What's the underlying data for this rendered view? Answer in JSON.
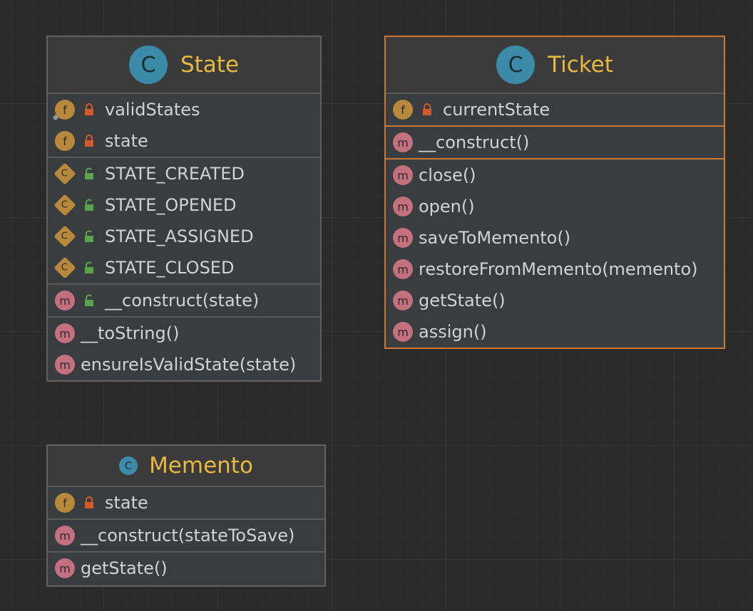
{
  "classes": {
    "state": {
      "name": "State",
      "icon": "C",
      "fields": [
        "validStates",
        "state"
      ],
      "constants": [
        "STATE_CREATED",
        "STATE_OPENED",
        "STATE_ASSIGNED",
        "STATE_CLOSED"
      ],
      "constructor": "__construct(state)",
      "methods": [
        "__toString()",
        "ensureIsValidState(state)"
      ]
    },
    "ticket": {
      "name": "Ticket",
      "icon": "C",
      "fields": [
        "currentState"
      ],
      "constructor": "__construct()",
      "methods": [
        "close()",
        "open()",
        "saveToMemento()",
        "restoreFromMemento(memento)",
        "getState()",
        "assign()"
      ]
    },
    "memento": {
      "name": "Memento",
      "icon": "C",
      "fields": [
        "state"
      ],
      "constructor": "__construct(stateToSave)",
      "methods": [
        "getState()"
      ]
    }
  },
  "icons": {
    "field_letter": "f",
    "method_letter": "m",
    "constant_letter": "C"
  },
  "colors": {
    "background": "#2b2b2b",
    "class_name": "#e7b941",
    "selected_border": "#cc7832",
    "class_icon": "#3a8aa8",
    "field_icon": "#b8893b",
    "method_icon": "#c4707e",
    "private_lock": "#d25a2c",
    "public_lock": "#59a34a"
  }
}
